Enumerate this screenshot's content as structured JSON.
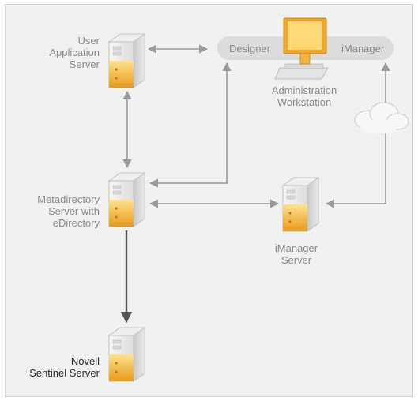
{
  "nodes": {
    "user_app_server": {
      "label": "User\nApplication\nServer"
    },
    "metadirectory_server": {
      "label": "Metadirectory\nServer with\neDirectory"
    },
    "sentinel_server": {
      "label": "Novell\nSentinel Server"
    },
    "imanager_server": {
      "label": "iManager\nServer"
    },
    "workstation": {
      "label": "Administration\nWorkstation",
      "left_tab": "Designer",
      "right_tab": "iManager"
    }
  },
  "colors": {
    "server_body": "#e5e5e5",
    "server_accent": "#f2b53a",
    "arrow_light": "#9a9a9a",
    "arrow_dark": "#555555",
    "label_gray": "#8a8a8a",
    "label_dark": "#2a2a2a"
  }
}
